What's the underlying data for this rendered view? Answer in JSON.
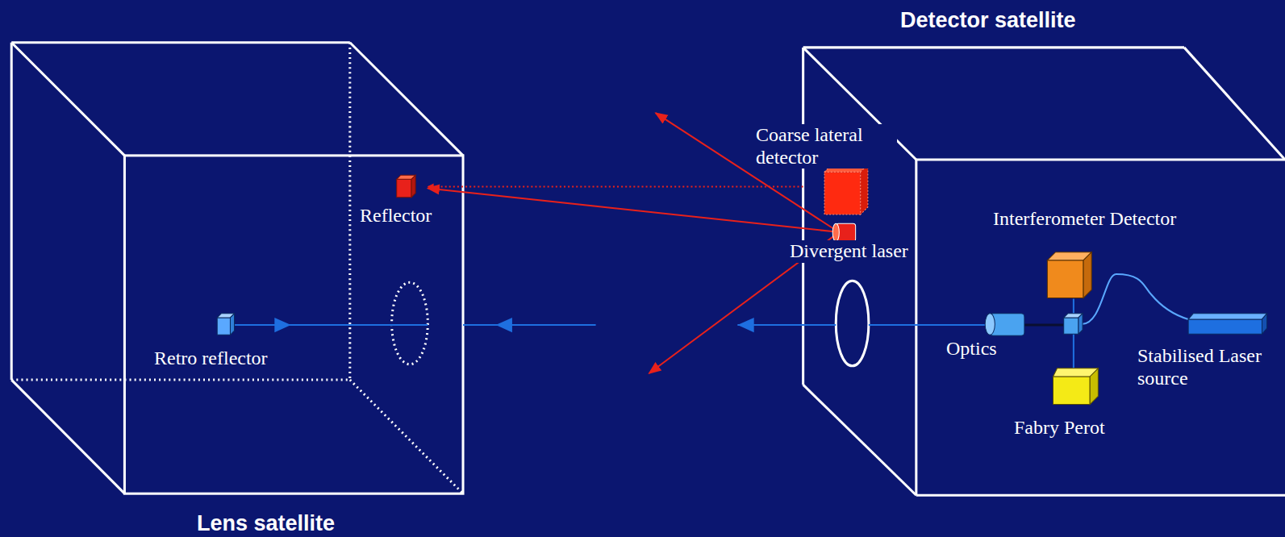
{
  "diagram": {
    "nodes": [
      {
        "text": [
          "Lens satellite"
        ]
      },
      {
        "text": [
          "Detector satellite"
        ]
      }
    ],
    "labels": [
      "Coarse lateral detector",
      "Reflector",
      "Divergent laser",
      "Interferometer Detector",
      "Retro reflector",
      "Optics",
      "Stabilised Laser source",
      "Fabry Perot"
    ]
  }
}
